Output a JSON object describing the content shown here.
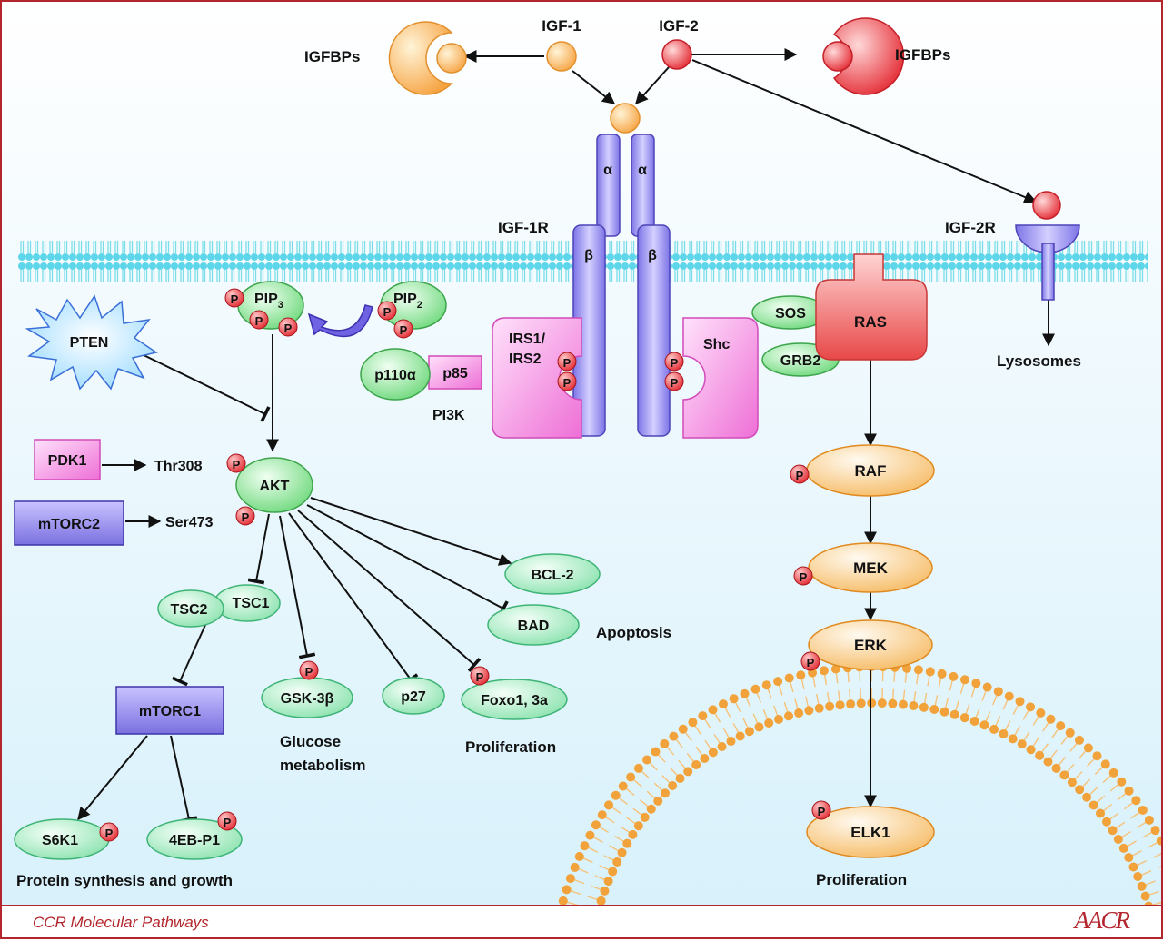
{
  "ligands": {
    "igf1": "IGF-1",
    "igf2": "IGF-2",
    "igfbps_left": "IGFBPs",
    "igfbps_right": "IGFBPs"
  },
  "receptors": {
    "igf1r": "IGF-1R",
    "igf2r": "IGF-2R",
    "alpha": "α",
    "beta": "β",
    "lysosomes": "Lysosomes"
  },
  "adaptors": {
    "irs_line1": "IRS1/",
    "irs_line2": "IRS2",
    "shc": "Shc",
    "sos": "SOS",
    "grb2": "GRB2",
    "ras": "RAS"
  },
  "pi3k": {
    "pip3": "PIP",
    "pip3_sub": "3",
    "pip2": "PIP",
    "pip2_sub": "2",
    "p110": "p110α",
    "p85": "p85",
    "label": "PI3K"
  },
  "akt_branch": {
    "pten": "PTEN",
    "pdk1": "PDK1",
    "thr308": "Thr308",
    "mtorc2": "mTORC2",
    "ser473": "Ser473",
    "akt": "AKT",
    "tsc2": "TSC2",
    "tsc1": "TSC1",
    "mtorc1": "mTORC1",
    "gsk3b": "GSK-3β",
    "p27": "p27",
    "foxo": "Foxo1, 3a",
    "bcl2": "BCL-2",
    "bad": "BAD",
    "s6k1": "S6K1",
    "eb4p1": "4EB-P1"
  },
  "mapk_branch": {
    "raf": "RAF",
    "mek": "MEK",
    "erk": "ERK",
    "elk1": "ELK1"
  },
  "outcomes": {
    "apoptosis": "Apoptosis",
    "glucose_line1": "Glucose",
    "glucose_line2": "metabolism",
    "proliferation_akt": "Proliferation",
    "protein_synthesis": "Protein synthesis and growth",
    "proliferation_nucleus": "Proliferation"
  },
  "phospho_label": "P",
  "footer": {
    "label": "CCR Molecular Pathways",
    "logo": "AACR"
  },
  "colors": {
    "frame_red": "#b3262d",
    "membrane": "#4dd3e6",
    "nucleus_membrane": "#f2a23a",
    "orange_node": "#f6b04f",
    "red_node": "#e8303a",
    "green_node": "#8ee09a",
    "magenta_node": "#f07ed8",
    "violet_node": "#8a82e8",
    "ras_red": "#ee5a5a",
    "background_bottom": "#d8f1fb"
  }
}
